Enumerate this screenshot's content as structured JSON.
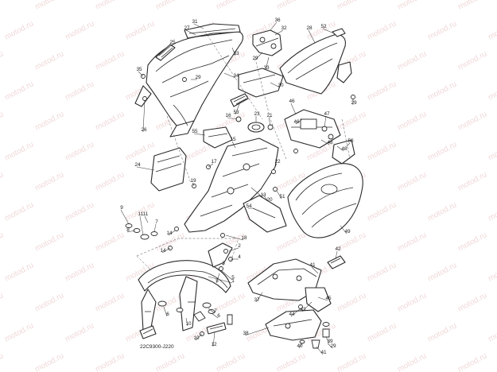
{
  "diagram_code": "22C9300-J220",
  "watermark": "motod.ru",
  "accent_color": "#e5b9b9",
  "line_color": "#2a2a2a",
  "callouts": [
    "1",
    "2",
    "3",
    "4",
    "5",
    "6",
    "7",
    "8",
    "9",
    "10",
    "11",
    "12",
    "13",
    "14",
    "15",
    "16",
    "17",
    "18",
    "19",
    "20",
    "21",
    "22",
    "23",
    "24",
    "25",
    "26",
    "27",
    "28",
    "29",
    "30",
    "31",
    "32",
    "33",
    "34",
    "35",
    "36",
    "37",
    "38",
    "39",
    "40",
    "41",
    "42",
    "43",
    "44",
    "45",
    "46",
    "47",
    "48",
    "49",
    "50",
    "51",
    "52",
    "53",
    "54",
    "55"
  ]
}
